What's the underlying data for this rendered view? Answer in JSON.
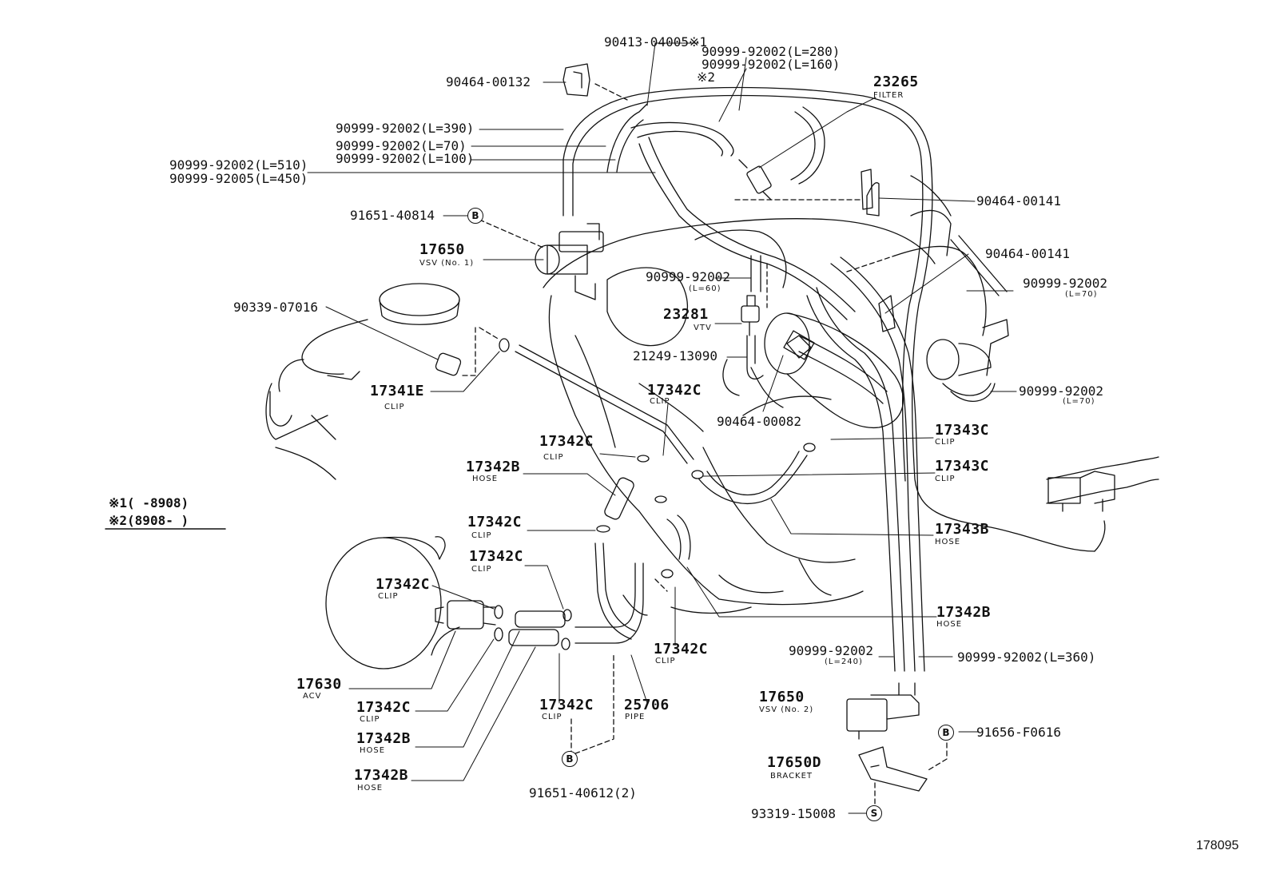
{
  "diagram_id": "178095",
  "notes": {
    "n1": "※1(     -8908)",
    "n2": "※2(8908-     )"
  },
  "parts": [
    {
      "id": "p01",
      "number": "90413-04005",
      "mark": "※1"
    },
    {
      "id": "p02",
      "number": "90999-92002(L=280)"
    },
    {
      "id": "p03",
      "number": "90999-92002(L=160)"
    },
    {
      "id": "p04",
      "mark": "※2"
    },
    {
      "id": "p05",
      "number": "90464-00132"
    },
    {
      "id": "p06",
      "number": "23265",
      "desc": "FILTER"
    },
    {
      "id": "p07",
      "number": "90999-92002(L=390)"
    },
    {
      "id": "p08",
      "number": "90999-92002(L=70)"
    },
    {
      "id": "p09",
      "number": "90999-92002(L=100)"
    },
    {
      "id": "p10",
      "number": "90999-92002(L=510)"
    },
    {
      "id": "p11",
      "number": "90999-92005(L=450)"
    },
    {
      "id": "p12",
      "number": "90464-00141"
    },
    {
      "id": "p13",
      "number": "91651-40814",
      "badge": "B"
    },
    {
      "id": "p14",
      "number": "17650",
      "desc": "VSV (No. 1)"
    },
    {
      "id": "p15",
      "number": "90464-00141"
    },
    {
      "id": "p16",
      "number": "90999-92002",
      "desc": "(L=60)"
    },
    {
      "id": "p17",
      "number": "90999-92002",
      "desc": "(L=70)"
    },
    {
      "id": "p18",
      "number": "90339-07016"
    },
    {
      "id": "p19",
      "number": "23281",
      "desc": "VTV"
    },
    {
      "id": "p20",
      "number": "21249-13090"
    },
    {
      "id": "p21",
      "number": "90999-92002",
      "desc": "(L=70)"
    },
    {
      "id": "p22",
      "number": "17341E",
      "desc": "CLIP"
    },
    {
      "id": "p23",
      "number": "17342C",
      "desc": "CLIP"
    },
    {
      "id": "p24",
      "number": "90464-00082"
    },
    {
      "id": "p25",
      "number": "17343C",
      "desc": "CLIP"
    },
    {
      "id": "p26",
      "number": "17342C",
      "desc": "CLIP"
    },
    {
      "id": "p27",
      "number": "17342B",
      "desc": "HOSE"
    },
    {
      "id": "p28",
      "number": "17343C",
      "desc": "CLIP"
    },
    {
      "id": "p29",
      "number": "17343B",
      "desc": "HOSE"
    },
    {
      "id": "p30",
      "number": "17342C",
      "desc": "CLIP"
    },
    {
      "id": "p31",
      "number": "17342C",
      "desc": "CLIP"
    },
    {
      "id": "p32",
      "number": "17342C",
      "desc": "CLIP"
    },
    {
      "id": "p33",
      "number": "17342B",
      "desc": "HOSE"
    },
    {
      "id": "p34",
      "number": "90999-92002",
      "desc": "(L=240)"
    },
    {
      "id": "p35",
      "number": "90999-92002(L=360)"
    },
    {
      "id": "p36",
      "number": "17342C",
      "desc": "CLIP"
    },
    {
      "id": "p37",
      "number": "17630",
      "desc": "ACV"
    },
    {
      "id": "p38",
      "number": "17342C",
      "desc": "CLIP"
    },
    {
      "id": "p39",
      "number": "17342C",
      "desc": "CLIP"
    },
    {
      "id": "p40",
      "number": "25706",
      "desc": "PIPE"
    },
    {
      "id": "p41",
      "number": "17650",
      "desc": "VSV (No. 2)"
    },
    {
      "id": "p42",
      "number": "91656-F0616",
      "badge": "B"
    },
    {
      "id": "p43",
      "number": "17342B",
      "desc": "HOSE"
    },
    {
      "id": "p44",
      "number": "17650D",
      "desc": "BRACKET"
    },
    {
      "id": "p45",
      "number": "17342B",
      "desc": "HOSE"
    },
    {
      "id": "p46",
      "number": "91651-40612(2)",
      "badge": "B"
    },
    {
      "id": "p47",
      "number": "93319-15008",
      "badge": "S"
    }
  ]
}
